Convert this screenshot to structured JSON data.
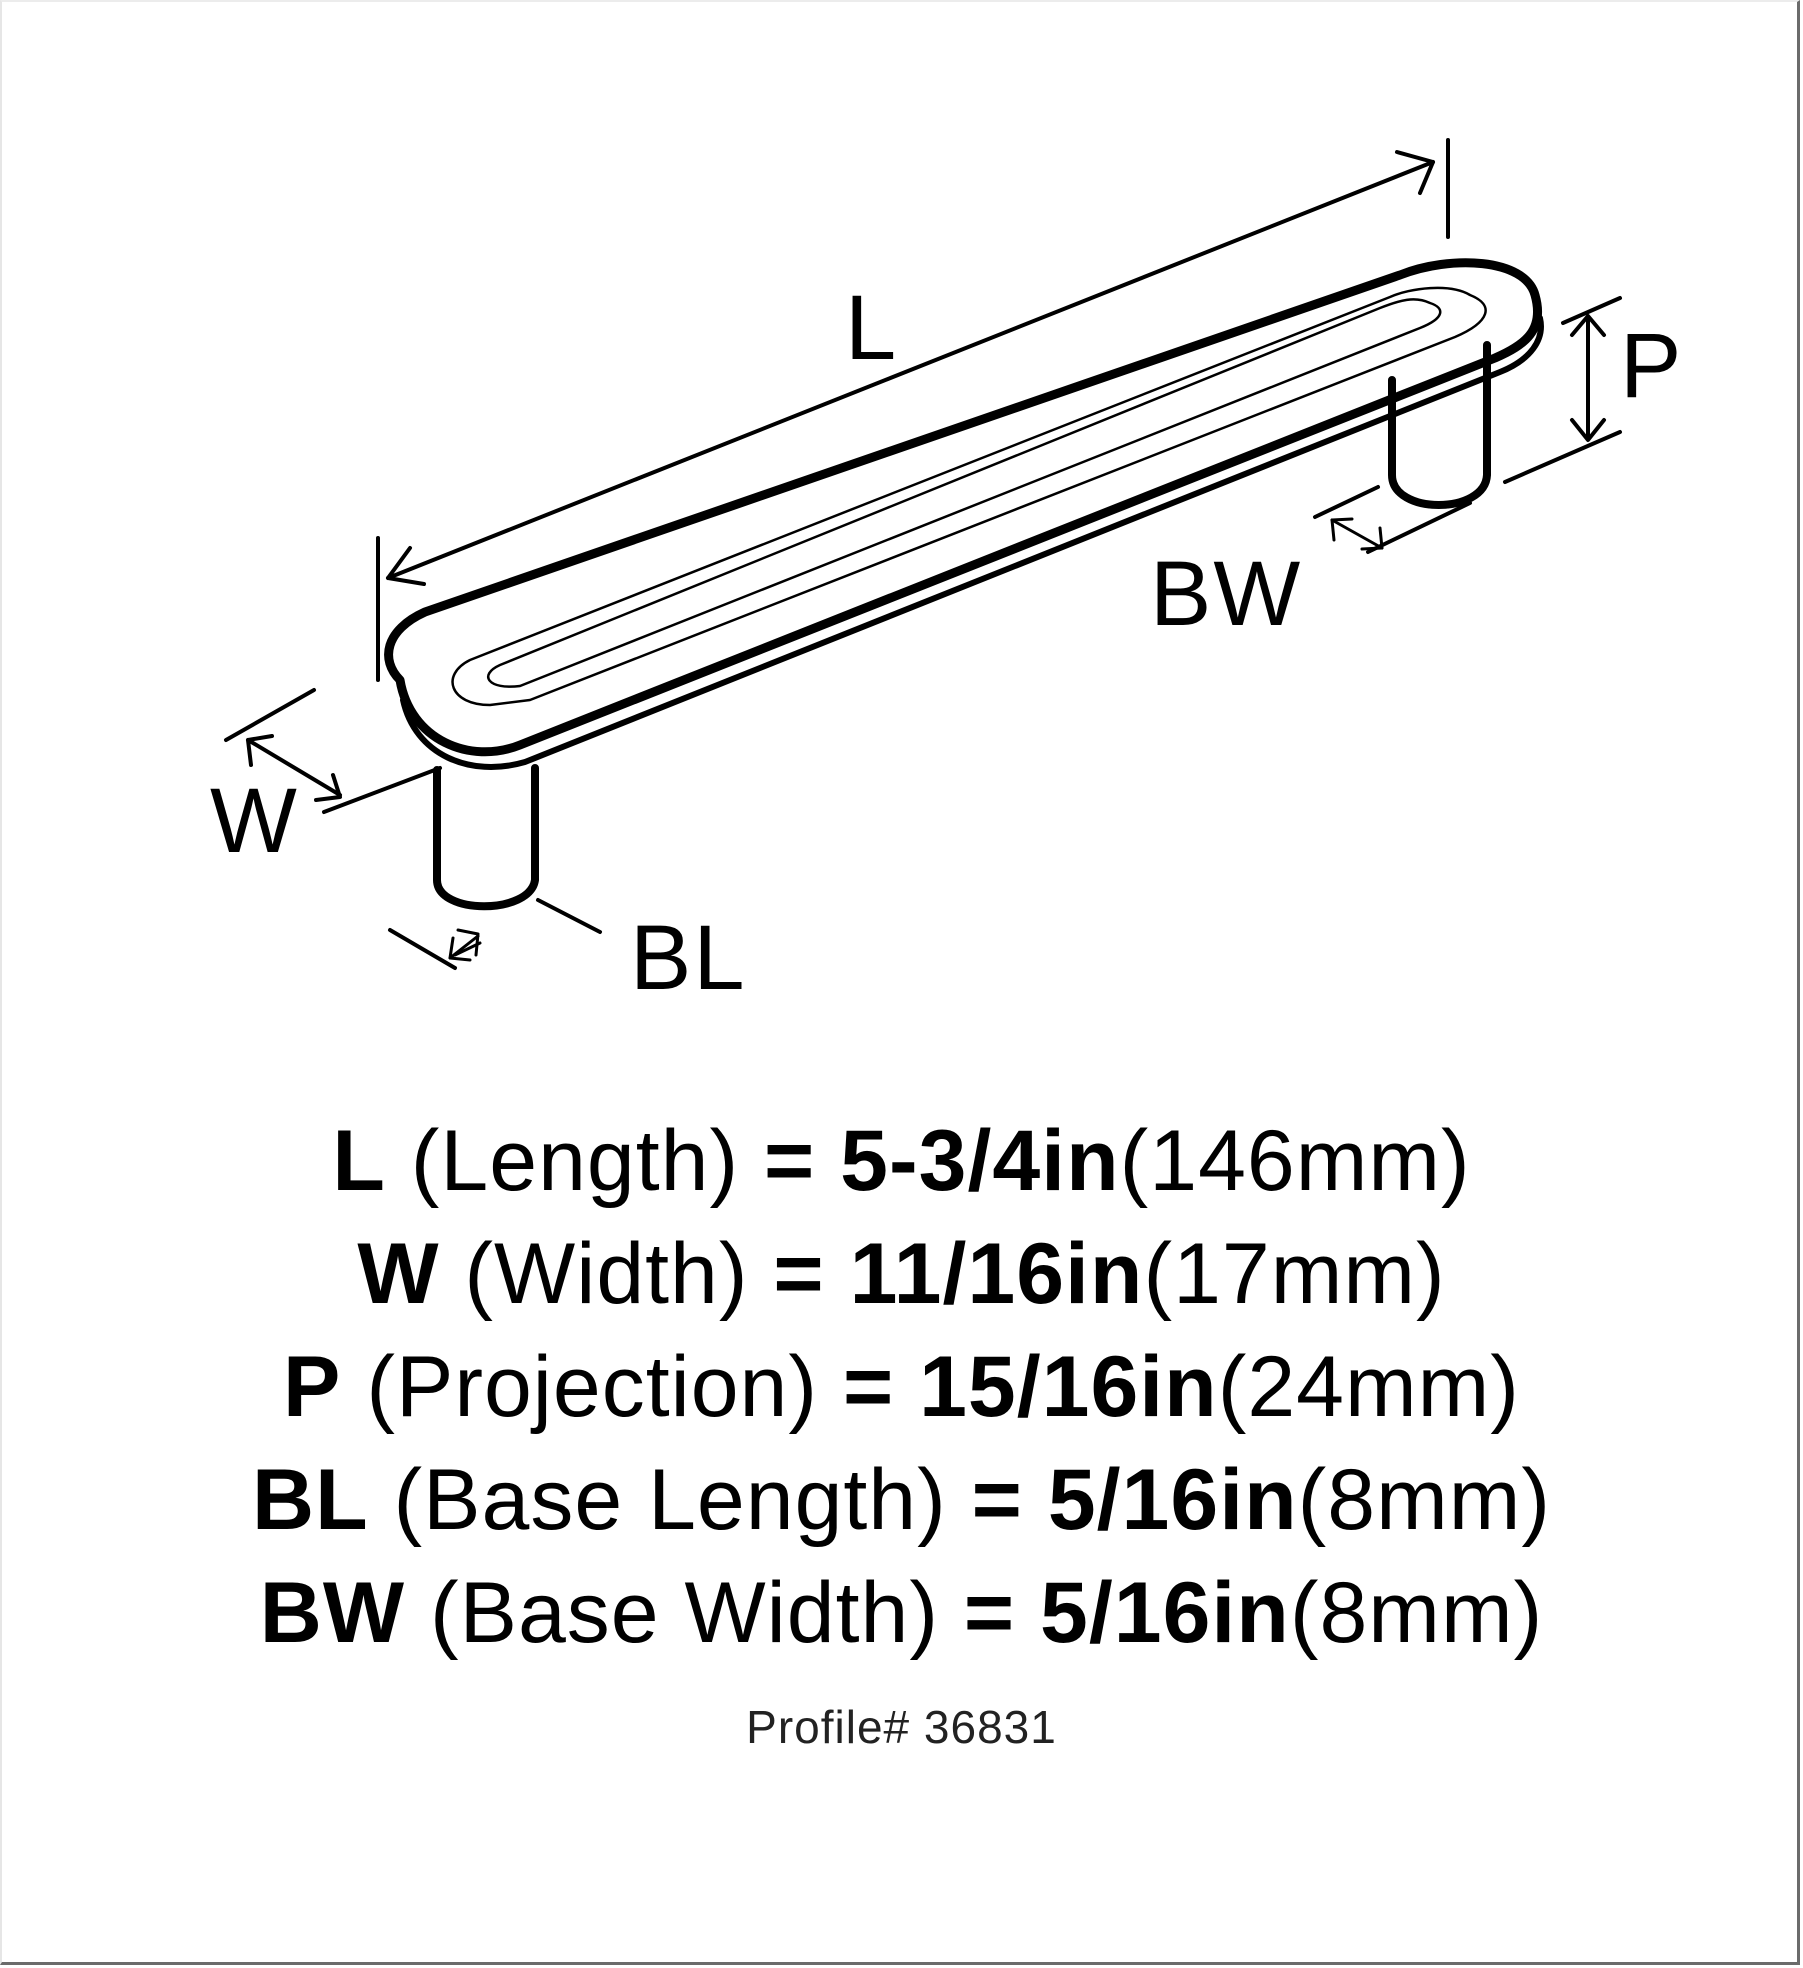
{
  "diagram": {
    "subject": "cabinet-pull-handle",
    "labels": {
      "L": "L",
      "P": "P",
      "BW": "BW",
      "W": "W",
      "BL": "BL"
    },
    "colors": {
      "line": "#000000",
      "background": "#ffffff",
      "border": "#6b6b6b"
    }
  },
  "specs": [
    {
      "key": "L",
      "name": "(Length)",
      "eq": "=",
      "inch": "5-3/4in",
      "mm": "(146mm)"
    },
    {
      "key": "W",
      "name": "(Width)",
      "eq": "=",
      "inch": "11/16in",
      "mm": "(17mm)"
    },
    {
      "key": "P",
      "name": "(Projection)",
      "eq": "=",
      "inch": "15/16in",
      "mm": "(24mm)"
    },
    {
      "key": "BL",
      "name": "(Base Length)",
      "eq": "=",
      "inch": "5/16in",
      "mm": "(8mm)"
    },
    {
      "key": "BW",
      "name": "(Base Width)",
      "eq": "=",
      "inch": "5/16in",
      "mm": "(8mm)"
    }
  ],
  "footer": {
    "profile": "Profile# 36831"
  }
}
